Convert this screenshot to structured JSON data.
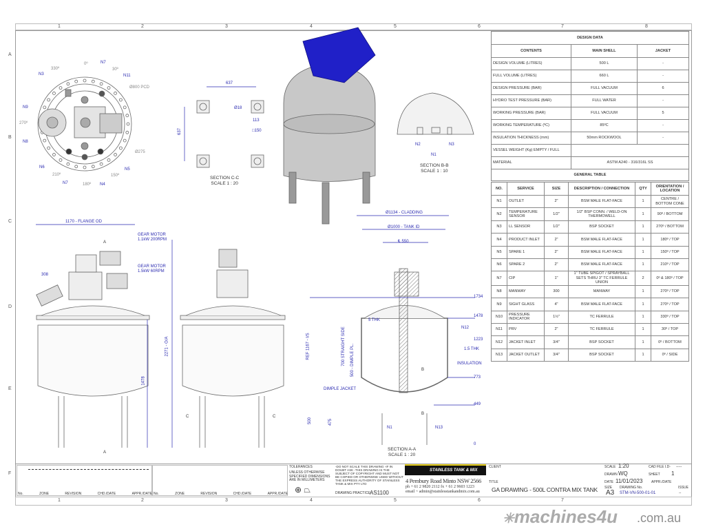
{
  "sheet": {
    "zone_numbers": [
      "1",
      "2",
      "3",
      "4",
      "5",
      "6",
      "7",
      "8"
    ],
    "zone_letters": [
      "A",
      "B",
      "C",
      "D",
      "E",
      "F"
    ]
  },
  "design_data": {
    "title": "DESIGN DATA",
    "headers": [
      "CONTENTS",
      "MAIN SHELL",
      "JACKET"
    ],
    "rows": [
      [
        "DESIGN VOLUME (LITRES)",
        "500 L",
        "-"
      ],
      [
        "FULL VOLUME (LITRES)",
        "660 L",
        "-"
      ],
      [
        "DESIGN PRESSURE (BAR)",
        "FULL VACUUM",
        "6"
      ],
      [
        "HYDRO TEST PRESSURE (BAR)",
        "FULL WATER",
        "-"
      ],
      [
        "WORKING PRESSURE (BAR)",
        "FULL VACUUM",
        "5"
      ],
      [
        "WORKING TEMPERATURE (ºC)",
        "85ºC",
        "-"
      ],
      [
        "INSULATION THICKNESS (mm)",
        "50mm ROCKWOOL",
        "-"
      ]
    ],
    "weight_label": "VESSEL WEIGHT (Kg)  EMPTY / FULL",
    "material_label": "MATERIAL",
    "material_value": "ASTM A240 - 316/316L SS"
  },
  "general_table": {
    "title": "GENERAL TABLE",
    "headers": [
      "NO.",
      "SERVICE",
      "SIZE",
      "DESCRIPTION / CONNECTION",
      "QTY",
      "ORIENTATION / LOCATION"
    ],
    "rows": [
      [
        "N1",
        "OUTLET",
        "2\"",
        "BSM MALE FLAT-FACE",
        "1",
        "CENTRE / BOTTOM CONE"
      ],
      [
        "N2",
        "TEMPERATURE SENSOR",
        "1/2\"",
        "1/2\" BSP CONN. / WELD-ON THERMOWELL",
        "1",
        "90º / BOTTOM"
      ],
      [
        "N3",
        "LL SENSOR",
        "1/2\"",
        "BSP SOCKET",
        "1",
        "270º / BOTTOM"
      ],
      [
        "N4",
        "PRODUCT INLET",
        "2\"",
        "BSM MALE FLAT-FACE",
        "1",
        "180º / TOP"
      ],
      [
        "N5",
        "SPARE 1",
        "2\"",
        "BSM MALE FLAT-FACE",
        "1",
        "150º / TOP"
      ],
      [
        "N6",
        "SPARE 2",
        "2\"",
        "BSM MALE FLAT-FACE",
        "1",
        "210º / TOP"
      ],
      [
        "N7",
        "CIP",
        "1\"",
        "1\" TUBE SPIGOT / SPRAYBALL SETS THRU 3\" TC FERRULE UNION",
        "2",
        "0º & 180º / TOP"
      ],
      [
        "N8",
        "MANWAY",
        "300",
        "MANWAY",
        "1",
        "270º / TOP"
      ],
      [
        "N9",
        "SIGHT GLASS",
        "4\"",
        "BSM MALE FLAT-FACE",
        "1",
        "270º / TOP"
      ],
      [
        "N10",
        "PRESSURE INDICATOR",
        "1½\"",
        "TC FERRULE",
        "1",
        "330º / TOP"
      ],
      [
        "N11",
        "PRV",
        "2\"",
        "TC FERRULE",
        "1",
        "30º / TOP"
      ],
      [
        "N12",
        "JACKET INLET",
        "3/4\"",
        "BSP SOCKET",
        "1",
        "0º / BOTTOM"
      ],
      [
        "N13",
        "JACKET OUTLET",
        "3/4\"",
        "BSP SOCKET",
        "1",
        "0º / SIDE"
      ]
    ]
  },
  "plan_view": {
    "nozzles": [
      "N3",
      "N7",
      "N11",
      "N9",
      "N8",
      "N6",
      "N7",
      "N4",
      "N5"
    ],
    "angles": [
      "330º",
      "0º",
      "30º",
      "270º",
      "210º",
      "180º",
      "150º"
    ],
    "pcd": "Ø800 PCD",
    "bolt": "Ø275"
  },
  "section_cc": {
    "dim_x": "637",
    "dim_y": "637",
    "hole": "Ø18",
    "inner": "113",
    "plate": "□150",
    "caption1": "SECTION C-C",
    "caption2": "SCALE 1 : 20"
  },
  "section_bb": {
    "nozzles": [
      "N2",
      "N1",
      "N3"
    ],
    "caption1": "SECTION B-B",
    "caption2": "SCALE 1 : 10"
  },
  "front_view": {
    "flange": "1170 - FLANGE OD",
    "motor1": "GEAR MOTOR",
    "motor1_spec": "1.1kW 200RPM",
    "motor2": "GEAR MOTOR",
    "motor2_spec": "1.5kW 60RPM",
    "manway": "308",
    "overall": "2271 - O/A",
    "height": "1478",
    "sec_a": "A",
    "sec_c": "C"
  },
  "section_aa": {
    "cladding": "Ø1134 - CLADDING",
    "tank_id": "Ø1000 - TANK ID",
    "cl": "℄ 550",
    "levels": [
      "1734",
      "1478",
      "1223",
      "773",
      "449",
      "0"
    ],
    "thk5": "5 THK",
    "thk15": "1.5 THK",
    "insulation": "INSULATION",
    "straight": "700 STRAIGHT SIDE",
    "dimple_pl": "500 - DIMPLE PL.",
    "ref": "REF 1167 - I/S",
    "dimple_jacket": "DIMPLE JACKET",
    "h500": "500",
    "h475": "475",
    "nozzles": [
      "N12",
      "N1",
      "N13"
    ],
    "b": "B",
    "caption1": "SECTION A-A",
    "caption2": "SCALE 1 : 20"
  },
  "title_block": {
    "revision_headers": [
      "No.",
      "ZONE",
      "REVISION",
      "CHD./DATE",
      "APPR./DATE"
    ],
    "tolerances": "TOLERANCES",
    "units_note": "UNLESS OTHERWISE SPECIFIED DIMENSIONS ARE IN MILLIMETERS",
    "notes": "-DO NOT SCALE THIS DRAWING -IF IN DOUBT ASK -THIS DRAWING IS THE SUBJECT OF COPYRIGHT AND MUST NOT BE COPIED OR OTHERWISE USED WITHOUT THE EXPRESS AUTHORITY OF STAINLESS TANK & MIX PTY LTD",
    "practice_label": "DRAWING PRACTICE",
    "practice": "AS1100",
    "company": "STAINLESS TANK & MIX",
    "address": "4 Pembury Road Minto NSW 2566",
    "phone": "ph + 61 2 9820 2112 fx + 61 2 9603 1223",
    "email": "email ~ admin@stainlesstankandmix.com.au",
    "client_label": "CLIENT",
    "title_label": "TITLE",
    "title": "GA DRAWING - 500L CONTRA MIX TANK",
    "scale_label": "SCALE",
    "scale": "1:20",
    "drawn_label": "DRAWN",
    "drawn": "WQ",
    "date_label": "DATE",
    "date": "11/01/2023",
    "size_label": "SIZE",
    "size": "A3",
    "drawing_no_label": "DRAWING No.",
    "drawing_no": "STM-VN-500-01-01",
    "cad_label": "CAD FILE I.D-",
    "cad": "-----",
    "sheet_label": "SHEET",
    "sheet": "1",
    "appr_label": "APPR./DATE",
    "issue_label": "ISSUE",
    "issue": "--"
  },
  "watermark": {
    "brand": "machines4u",
    "domain": ".com.au"
  },
  "colors": {
    "dimension": "#2a2ab0",
    "line": "#555555",
    "motor": "#2020c8"
  }
}
